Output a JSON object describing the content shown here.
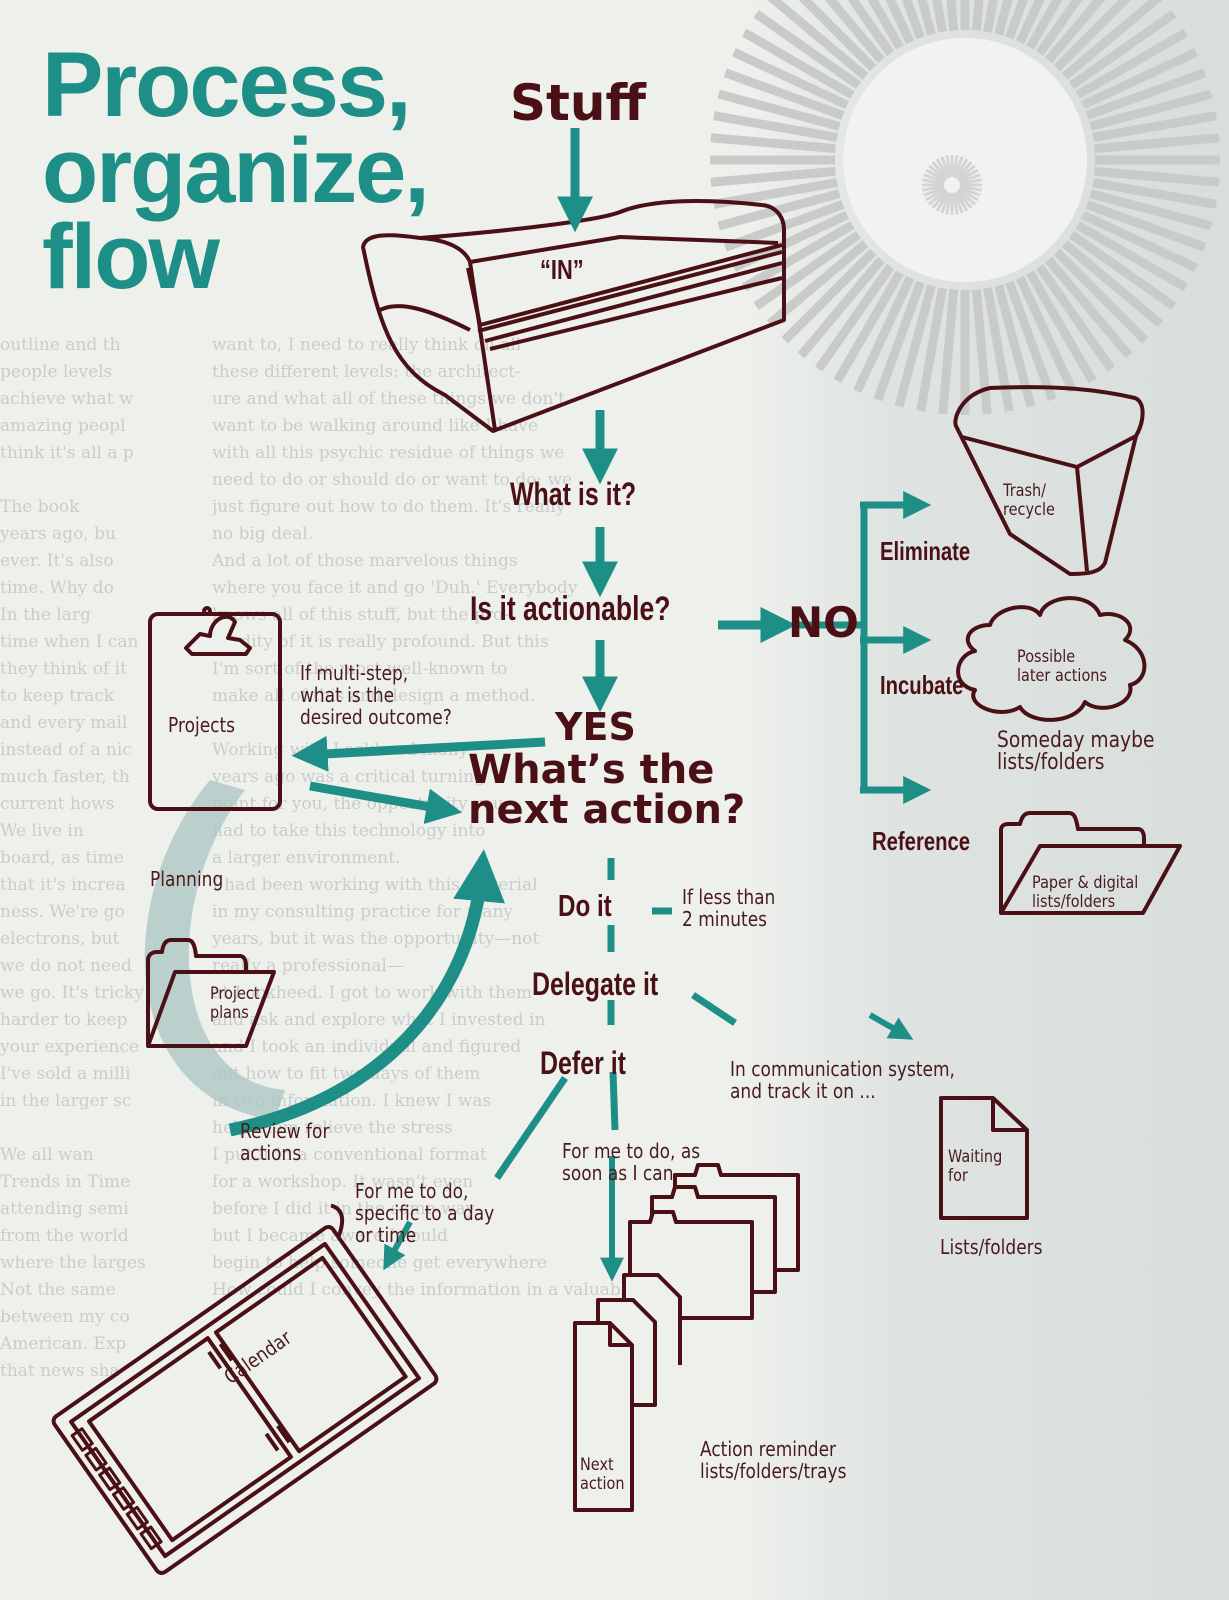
{
  "title": {
    "lines": [
      "Process,",
      "organize,",
      "flow"
    ]
  },
  "colors": {
    "accent": "#1e8f87",
    "ink": "#4a1016",
    "background": "#eef0ec"
  },
  "flow": {
    "stuff": "Stuff",
    "inbox_label": "“IN”",
    "what_is_it": "What is it?",
    "is_actionable": "Is it actionable?",
    "no": "NO",
    "yes": "YES",
    "next_action": [
      "What’s the",
      "next action?"
    ],
    "do_it": "Do it",
    "do_it_note": [
      "If less than",
      "2 minutes"
    ],
    "delegate_it": "Delegate it",
    "delegate_note": [
      "In communication system,",
      "and track it on ..."
    ],
    "defer_it": "Defer it",
    "defer_asap": [
      "For me to do, as",
      "soon as I can"
    ],
    "defer_specific": [
      "For me to do,",
      "specific to a day",
      "or time"
    ]
  },
  "no_branch": {
    "eliminate": "Eliminate",
    "incubate": "Incubate",
    "reference": "Reference",
    "trash_label": [
      "Trash/",
      "recycle"
    ],
    "cloud_label": [
      "Possible",
      "later actions"
    ],
    "someday_label": [
      "Someday maybe",
      "lists/folders"
    ],
    "folder_label": [
      "Paper & digital",
      "lists/folders"
    ]
  },
  "projects": {
    "clipboard_label": "Projects",
    "multi_step_note": [
      "If multi-step,",
      "what is the",
      "desired outcome?"
    ],
    "planning": "Planning",
    "project_plans": [
      "Project",
      "plans"
    ],
    "review": [
      "Review for",
      "actions"
    ]
  },
  "outputs": {
    "waiting_for": [
      "Waiting",
      "for"
    ],
    "waiting_lists": "Lists/folders",
    "calendar": "Calendar",
    "next_action_card": [
      "Next",
      "action"
    ],
    "action_reminder": [
      "Action reminder",
      "lists/folders/trays"
    ]
  },
  "background_text": {
    "col_left": [
      "outline and th",
      "people levels",
      "achieve what w",
      "amazing peopl",
      "think it's all a p",
      "",
      "The book",
      "years ago, bu",
      "ever. It's also",
      "time. Why do",
      "In the larg",
      "time when I can",
      "they think of it",
      "to keep track",
      "and every mail",
      "instead of a nic",
      "much faster, th",
      "current hows",
      "We live in",
      "board, as time",
      "that it's increa",
      "ness. We're go",
      "electrons, but",
      "we do not need",
      "we go. It's tricky",
      "harder to keep",
      "your experience",
      "I've sold a milli",
      "in the larger sc",
      "",
      "We all wan",
      "Trends in Time",
      "attending semi",
      "from the world",
      "where the larges",
      "Not the same",
      "between my co",
      "American. Exp",
      "that news sha"
    ],
    "col_mid": [
      "want to, I need to really think on all",
      "these different levels: the architect-",
      "ure and what all of these things we don't",
      "want to be walking around like I have",
      "with all this psychic residue of things we",
      "need to do or should do or want to do; we",
      "just figure out how to do them. It's really",
      "no big deal.",
      "And a lot of those marvelous things",
      "where you face it and go 'Duh.' Everybody",
      "knows all of this stuff, but the pro-",
      "fundity of it is really profound. But this",
      "I'm sort of the most well-known to",
      "make all of this and design a method.",
      "",
      "Working with Lockheed many",
      "years ago was a critical turning",
      "point for you, the opportunity you",
      "had to take this technology into",
      "a larger environment.",
      "I had been working with this material",
      "in my consulting practice for many",
      "years, but it was the opportunity—not",
      "really a professional—",
      "at Lockheed. I got to work with them",
      "and ask and explore what I invested in",
      "and I took an individual and figured",
      "out how to fit two days of them",
      "in two information. I knew I was",
      "help them relieve the stress",
      "I put it in a conventional format",
      "for a workshop. It wasn't even",
      "before I did it in the same way",
      "but I became aware I could",
      "begin to help someone get everywhere",
      "How could I convey the information in a valuable way?"
    ]
  }
}
